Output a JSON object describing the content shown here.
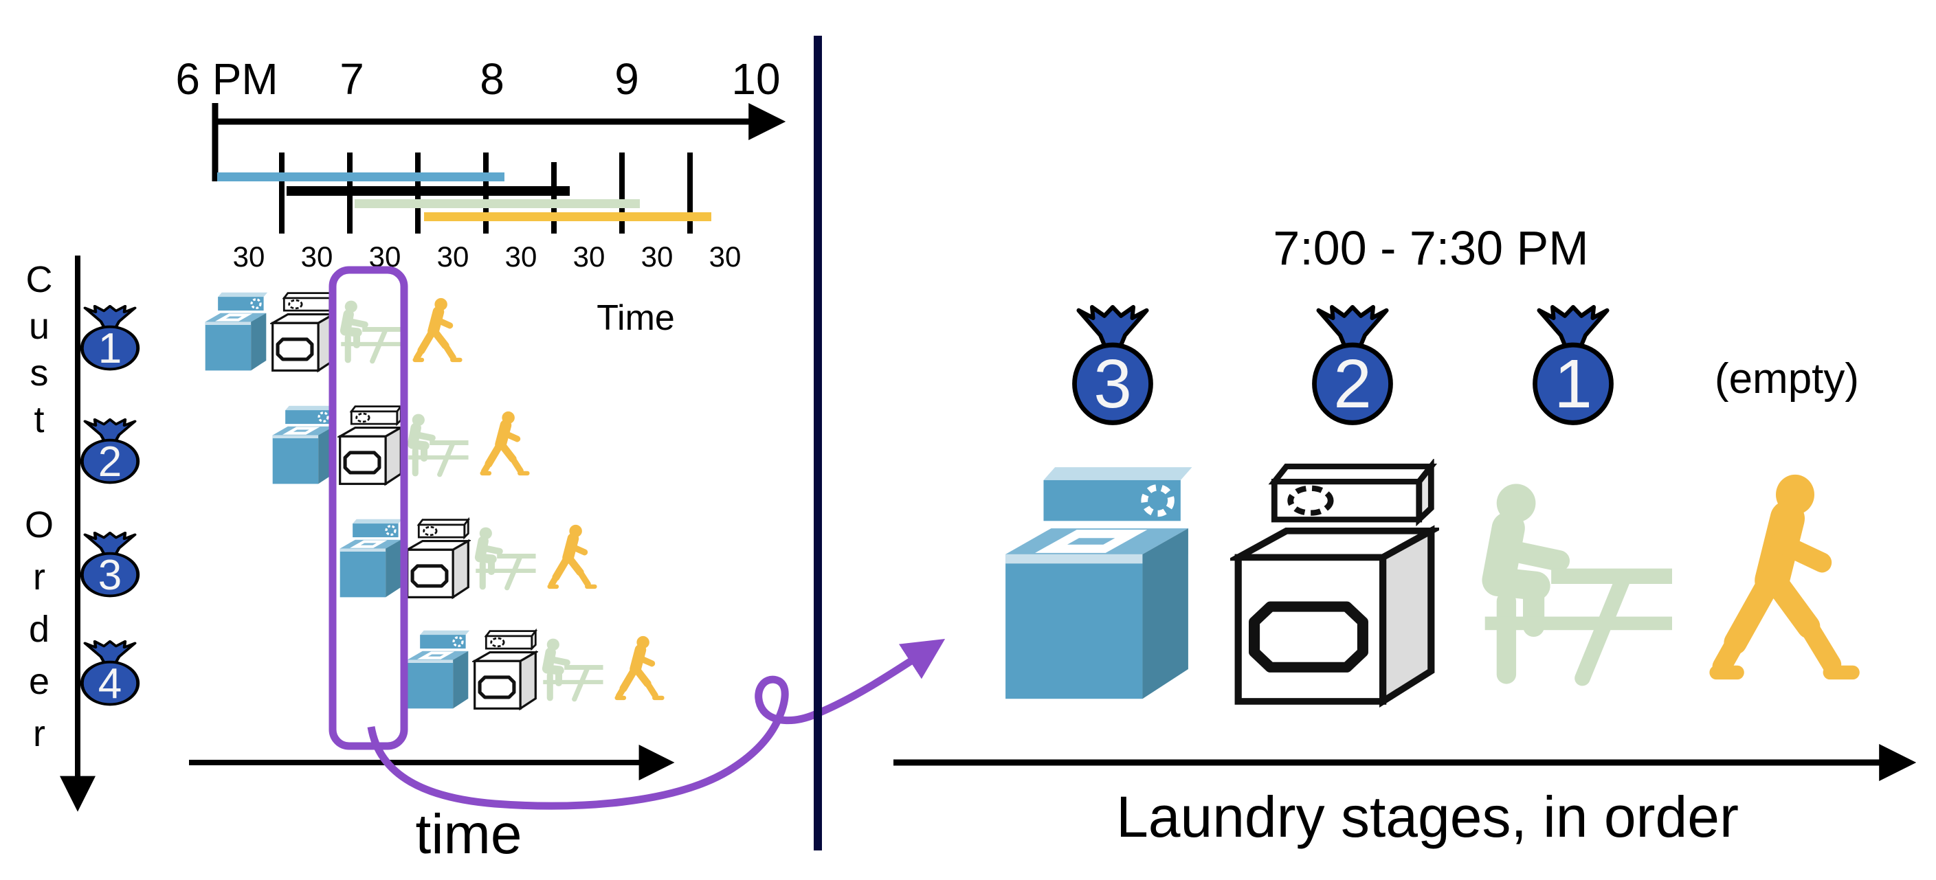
{
  "left_panel": {
    "timeline": {
      "hour_labels": [
        "6 PM",
        "7",
        "8",
        "9",
        "10"
      ],
      "interval_labels": [
        "30",
        "30",
        "30",
        "30",
        "30",
        "30",
        "30",
        "30"
      ],
      "axis_title": "Time"
    },
    "y_axis": {
      "label": "Cust Order",
      "letters": [
        "C",
        "u",
        "s",
        "t",
        "O",
        "r",
        "d",
        "e",
        "r"
      ]
    },
    "bags": [
      {
        "label": "1"
      },
      {
        "label": "2"
      },
      {
        "label": "3"
      },
      {
        "label": "4"
      }
    ],
    "x_axis_label": "time"
  },
  "right_panel": {
    "title": "7:00 - 7:30 PM",
    "stations": [
      {
        "stage": "washer",
        "bag": "3"
      },
      {
        "stage": "dryer",
        "bag": "2"
      },
      {
        "stage": "folding-table",
        "bag": "1"
      },
      {
        "stage": "walk-away",
        "bag": null
      }
    ],
    "empty_label": "(empty)",
    "axis_label": "Laundry stages, in order"
  },
  "pipeline": {
    "slot_minutes": 30,
    "stages": [
      "wash",
      "dry",
      "fold",
      "walk away"
    ],
    "highlighted_slot": "7:00 - 7:30 PM",
    "customers": [
      {
        "bag": "1",
        "start": "6:00 PM",
        "end": "8:00 PM",
        "bar_color": "#5fa7cd"
      },
      {
        "bag": "2",
        "start": "6:30 PM",
        "end": "8:30 PM",
        "bar_color": "#000000"
      },
      {
        "bag": "3",
        "start": "7:00 PM",
        "end": "9:00 PM",
        "bar_color": "#cfe0c5"
      },
      {
        "bag": "4",
        "start": "7:30 PM",
        "end": "9:30 PM",
        "bar_color": "#f5c243"
      }
    ]
  },
  "colors": {
    "bar_blue": "#5fa7cd",
    "bar_black": "#000000",
    "bar_green": "#cfe0c5",
    "bar_yellow": "#f5c243",
    "bag_blue": "#2a52ae",
    "washer_front": "#57a0c5",
    "washer_side": "#47849f",
    "washer_light": "#bfdcea",
    "dryer_side": "#dcdcdc",
    "folder_green": "#cddfc4",
    "walker_orange": "#f4bb44",
    "highlight_purple": "#8a4cc8",
    "divider_navy": "#05093c"
  }
}
